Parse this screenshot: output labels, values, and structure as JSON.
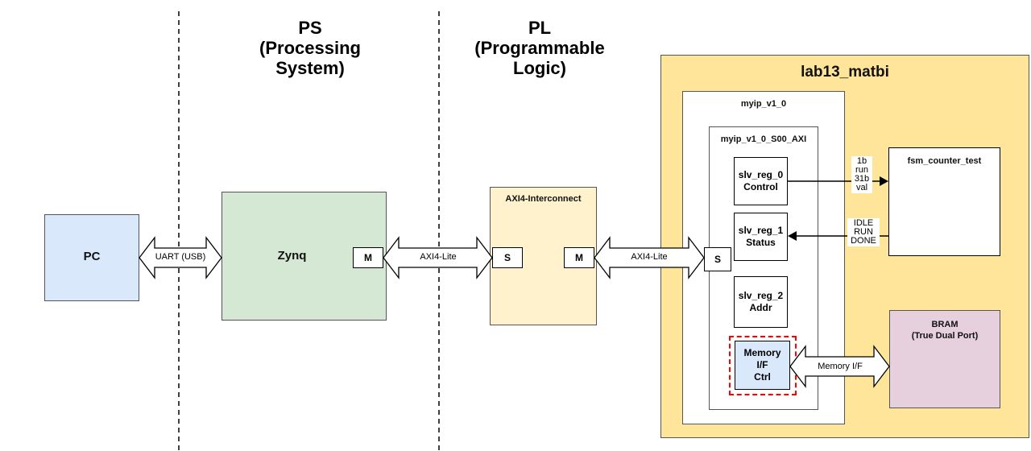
{
  "headers": {
    "ps_line1": "PS",
    "ps_line2": "(Processing",
    "ps_line3": "System)",
    "pl_line1": "PL",
    "pl_line2": "(Programmable",
    "pl_line3": "Logic)"
  },
  "blocks": {
    "pc": "PC",
    "zynq": "Zynq",
    "zynq_port": "M",
    "axi_interconnect": "AXI4-Interconnect",
    "interconnect_slave_port": "S",
    "interconnect_master_port": "M",
    "lab": "lab13_matbi",
    "myip": "myip_v1_0",
    "axi_slave": "myip_v1_0_S00_AXI",
    "axi_slave_port": "S",
    "fsm": "fsm_counter_test",
    "bram_line1": "BRAM",
    "bram_line2": "(True Dual Port)"
  },
  "registers": [
    {
      "name": "slv_reg_0",
      "desc": "Control"
    },
    {
      "name": "slv_reg_1",
      "desc": "Status"
    },
    {
      "name": "slv_reg_2",
      "desc": "Addr"
    }
  ],
  "memory_ctrl": [
    "Memory",
    "I/F",
    "Ctrl"
  ],
  "links": {
    "uart": "UART (USB)",
    "axi_lite_1": "AXI4-Lite",
    "axi_lite_2": "AXI4-Lite",
    "memory_if": "Memory I/F"
  },
  "signals": {
    "control": [
      "1b",
      "run",
      "31b",
      "val"
    ],
    "status": [
      "IDLE",
      "RUN",
      "DONE"
    ]
  },
  "colors": {
    "pc_fill": "#dae8fc",
    "zynq_fill": "#d5e8d4",
    "pl_fill": "#fff2cc",
    "lab_fill": "#ffe599",
    "bram_fill": "#e6d0de",
    "memctrl_fill": "#dae8fc",
    "highlight": "#ff0000"
  }
}
